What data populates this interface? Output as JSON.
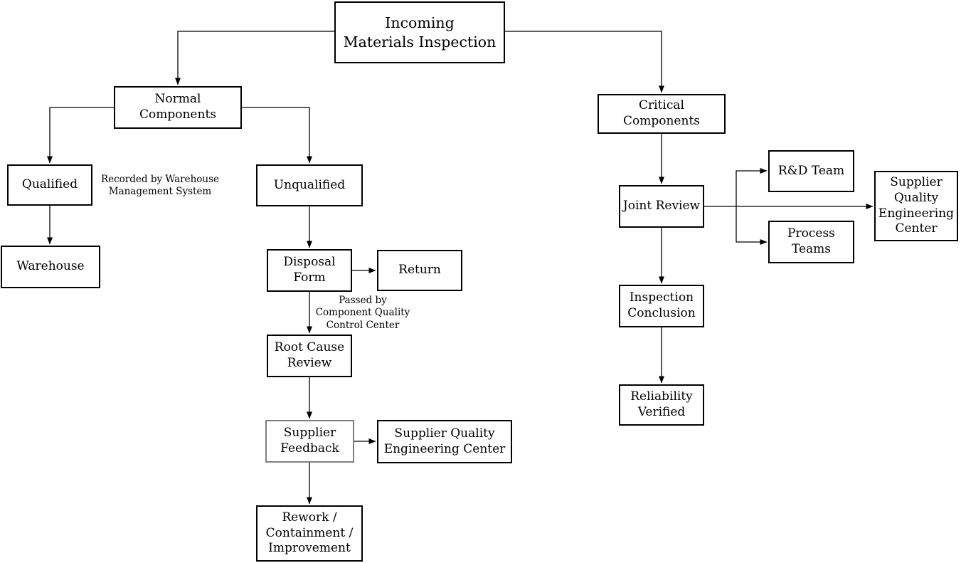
{
  "diagram": {
    "type": "flowchart",
    "background_color": "#ffffff",
    "node_border_color": "#000000",
    "highlight_border_color": "#808080",
    "text_color": "#000000"
  },
  "nodes": {
    "title": {
      "label": "Incoming\nMaterials Inspection"
    },
    "normal": {
      "label": "Normal Components"
    },
    "critical": {
      "label": "Critical Components"
    },
    "qualified": {
      "label": "Qualified"
    },
    "unqualified": {
      "label": "Unqualified"
    },
    "warehouse": {
      "label": "Warehouse"
    },
    "disposal": {
      "label": "Disposal\nForm"
    },
    "return": {
      "label": "Return"
    },
    "rootcause": {
      "label": "Root Cause\nReview"
    },
    "feedback": {
      "label": "Supplier\nFeedback"
    },
    "sqec_left": {
      "label": "Supplier Quality\nEngineering Center"
    },
    "rework": {
      "label": "Rework /\nContainment /\nImprovement"
    },
    "joint": {
      "label": "Joint Review"
    },
    "rd": {
      "label": "R&D Team"
    },
    "process": {
      "label": "Process\nTeams"
    },
    "sqec_right": {
      "label": "Supplier\nQuality\nEngineering\nCenter"
    },
    "inspection": {
      "label": "Inspection\nConclusion"
    },
    "reliability": {
      "label": "Reliability\nVerified"
    }
  },
  "annotations": {
    "recorded": {
      "text": "Recorded by Warehouse\nManagement System"
    },
    "passed": {
      "text": "Passed by\nComponent Quality\nControl Center"
    }
  },
  "edges": [
    {
      "from": "Incoming Materials Inspection",
      "to": "Normal Components"
    },
    {
      "from": "Incoming Materials Inspection",
      "to": "Critical Components"
    },
    {
      "from": "Normal Components",
      "to": "Qualified"
    },
    {
      "from": "Normal Components",
      "to": "Unqualified"
    },
    {
      "from": "Qualified",
      "to": "Warehouse"
    },
    {
      "from": "Unqualified",
      "to": "Disposal Form"
    },
    {
      "from": "Disposal Form",
      "to": "Return"
    },
    {
      "from": "Disposal Form",
      "to": "Root Cause Review"
    },
    {
      "from": "Root Cause Review",
      "to": "Supplier Feedback"
    },
    {
      "from": "Supplier Feedback",
      "to": "Supplier Quality Engineering Center"
    },
    {
      "from": "Supplier Feedback",
      "to": "Rework / Containment / Improvement"
    },
    {
      "from": "Critical Components",
      "to": "Joint Review"
    },
    {
      "from": "Joint Review",
      "to": "R&D Team"
    },
    {
      "from": "Joint Review",
      "to": "Process Teams"
    },
    {
      "from": "Joint Review",
      "to": "Supplier Quality Engineering Center"
    },
    {
      "from": "Joint Review",
      "to": "Inspection Conclusion"
    },
    {
      "from": "Inspection Conclusion",
      "to": "Reliability Verified"
    }
  ]
}
